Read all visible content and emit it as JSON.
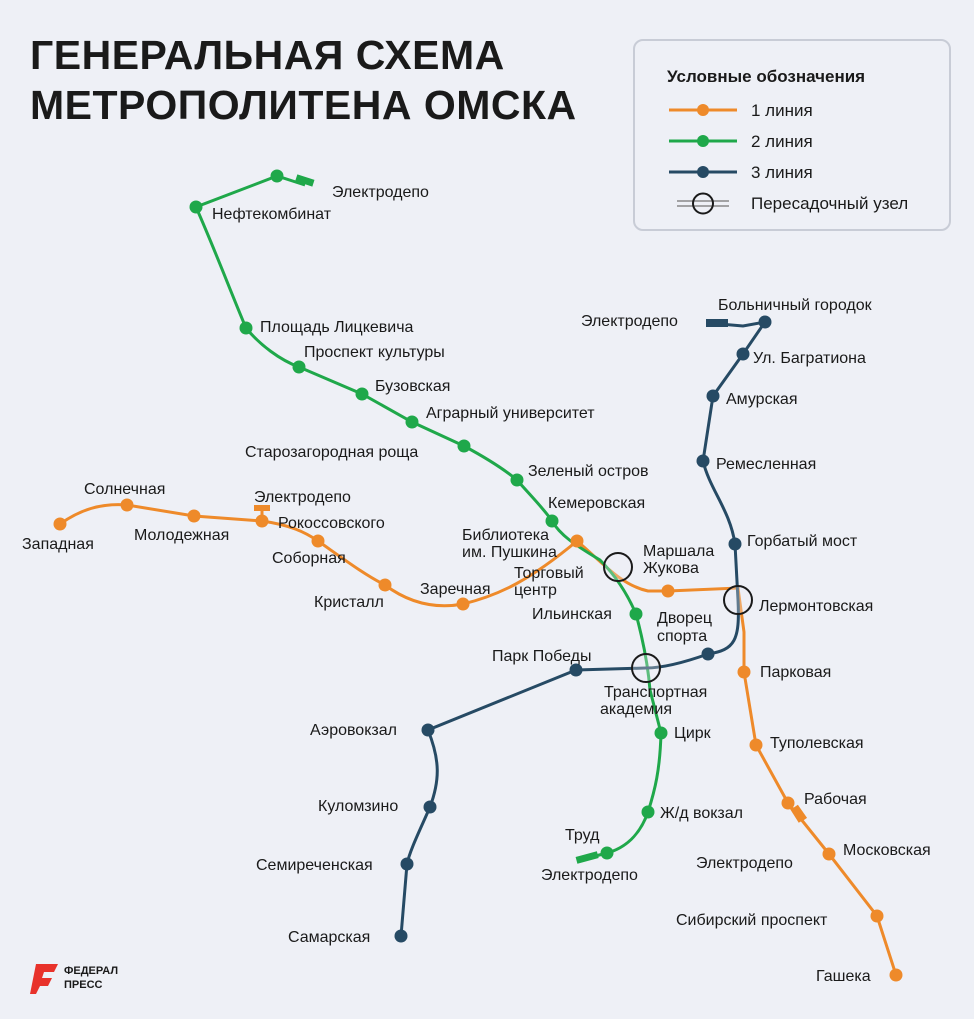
{
  "title": {
    "line1": "ГЕНЕРАЛЬНАЯ СХЕМА",
    "line2": "МЕТРОПОЛИТЕНА ОМСКА"
  },
  "legend": {
    "title": "Условные обозначения",
    "line1": "1 линия",
    "line2": "2 линия",
    "line3": "3 линия",
    "transfer": "Пересадочный узел"
  },
  "colors": {
    "line1": "#ee8a2a",
    "line2": "#1fa84a",
    "line3": "#264a64",
    "transfer": "#1a1a1a"
  },
  "stations": {
    "zapadnaya": "Западная",
    "solnechnaya": "Солнечная",
    "molodezhnaya": "Молодежная",
    "rokossovskogo": "Рокоссовского",
    "sobornaya": "Соборная",
    "kristall": "Кристалл",
    "zarechnaya": "Заречная",
    "biblioteka1": "Библиотека",
    "biblioteka2": "им. Пушкина",
    "torgovy1": "Торговый",
    "torgovy2": "центр",
    "marshala1": "Маршала",
    "marshala2": "Жукова",
    "dvorets1": "Дворец",
    "dvorets2": "спорта",
    "lermontovskaya": "Лермонтовская",
    "parkovaya": "Парковая",
    "tupolevskaya": "Туполевская",
    "rabochaya": "Рабочая",
    "moskovskaya": "Московская",
    "sibirsky": "Сибирский проспект",
    "gasheka": "Гашека",
    "neftekombinat": "Нефтекомбинат",
    "ploshchad": "Площадь Лицкевича",
    "kultury": "Проспект культуры",
    "buzovskaya": "Бузовская",
    "agrarny": "Аграрный университет",
    "starozagorodnaya": "Старозагородная роща",
    "zeleny": "Зеленый остров",
    "kemerovskaya": "Кемеровская",
    "ilyinskaya": "Ильинская",
    "transport1": "Транспортная",
    "transport2": "академия",
    "tsirk": "Цирк",
    "vokzal": "Ж/д вокзал",
    "trud": "Труд",
    "bolnichny": "Больничный городок",
    "bagrationa": "Ул. Багратиона",
    "amurskaya": "Амурская",
    "remeslennaya": "Ремесленная",
    "gorbaty": "Горбатый мост",
    "park_pobedy": "Парк Победы",
    "aerovokzal": "Аэровокзал",
    "kulomzino": "Куломзино",
    "semirechenskaya": "Семиреченская",
    "samarskaya": "Самарская"
  },
  "depots": {
    "label": "Электродепо"
  },
  "logo": {
    "line1": "ФЕДЕРАЛ",
    "line2": "ПРЕСС"
  }
}
